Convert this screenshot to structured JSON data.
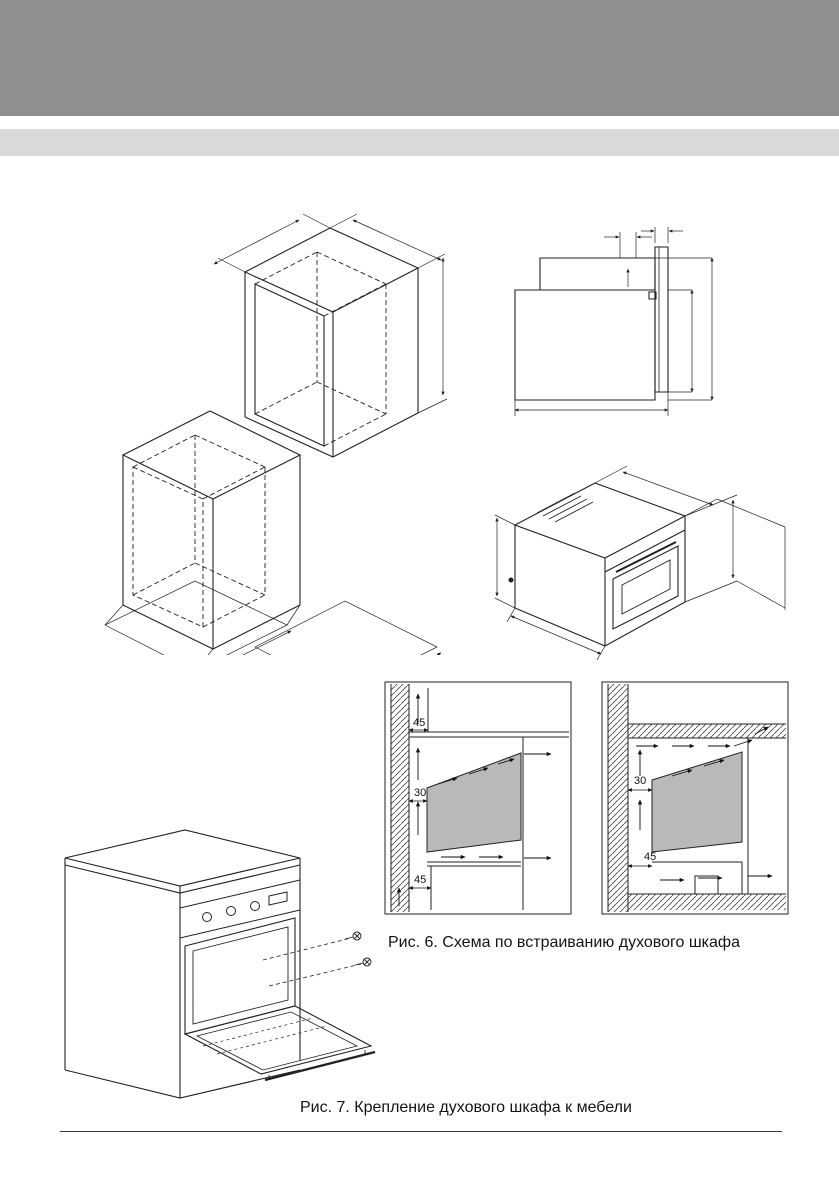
{
  "colors": {
    "header_band": "#8f8f8f",
    "subheader_band": "#d9d9d9",
    "line": "#1a1a1a",
    "oven_section_fill": "#b9b9b9"
  },
  "figures": {
    "fig6": {
      "caption": "Рис. 6. Схема по встраиванию духового шкафа",
      "left_section": {
        "dim_top_mm": "45",
        "dim_mid_mm": "30",
        "dim_bottom_mm": "45"
      },
      "right_section": {
        "dim_mid_mm": "30",
        "dim_bottom_mm": "45"
      }
    },
    "fig7": {
      "caption": "Рис. 7. Крепление духового шкафа к мебели"
    }
  }
}
